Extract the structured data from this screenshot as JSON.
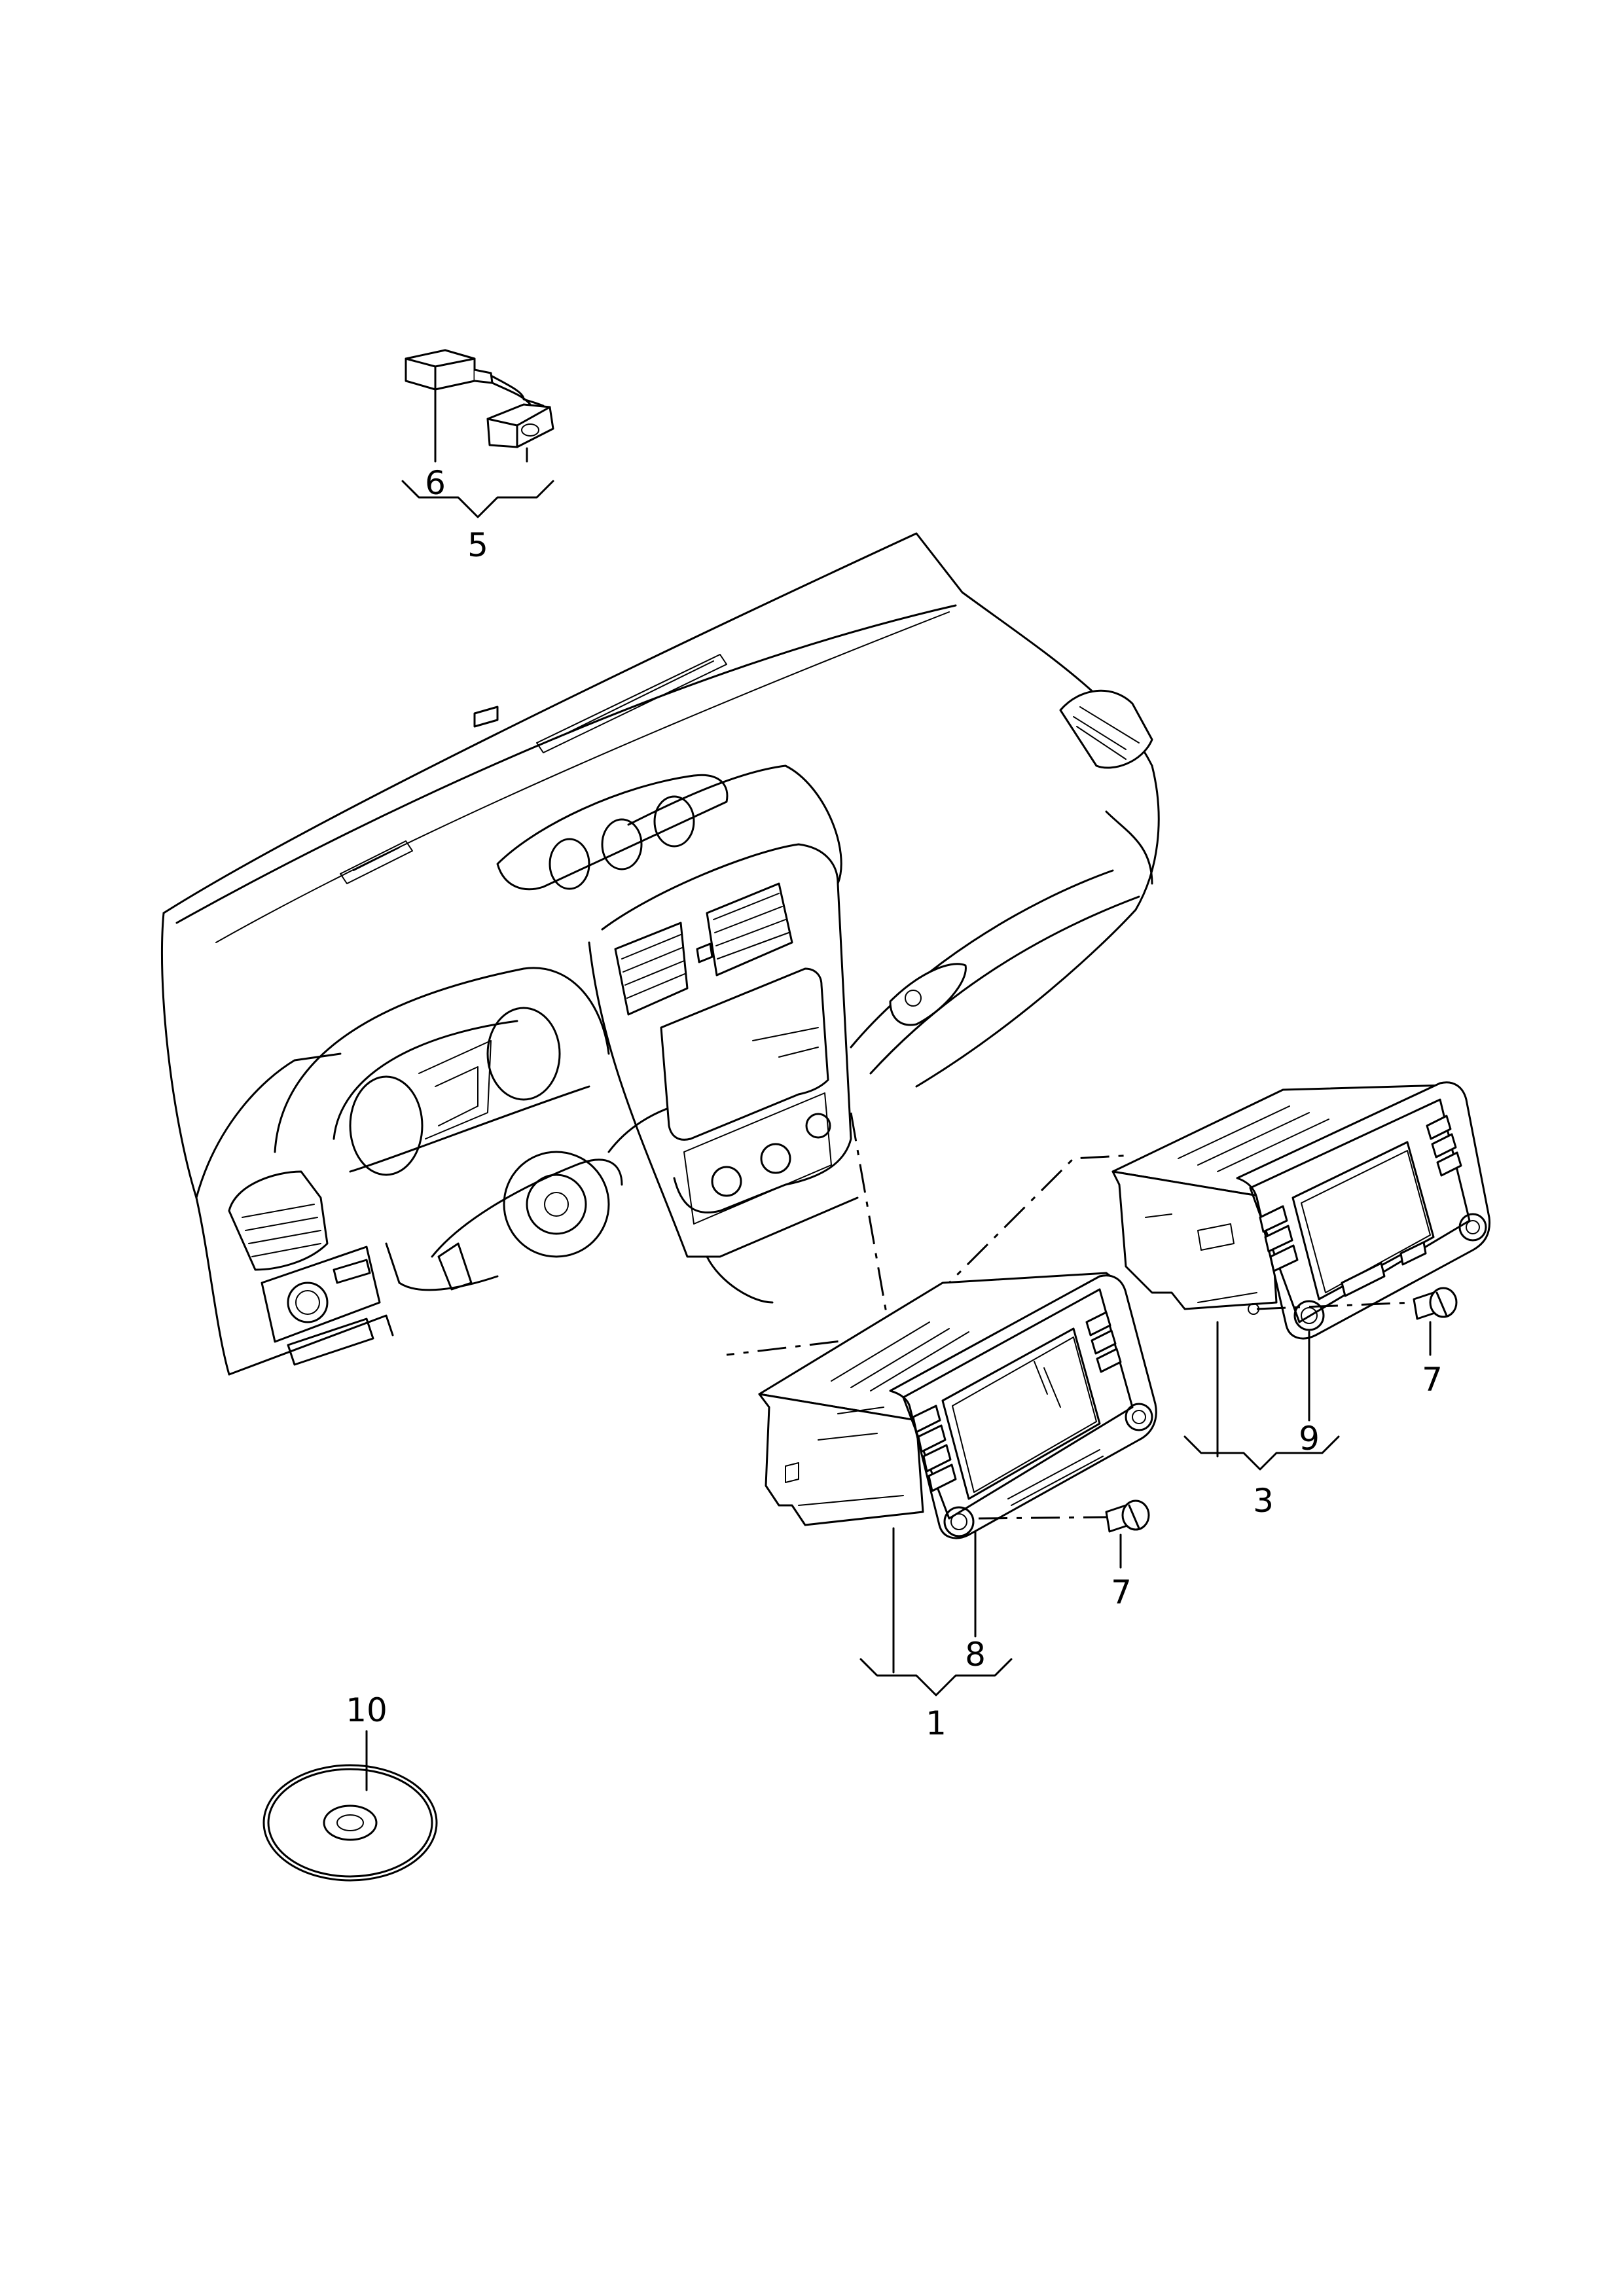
{
  "diagram": {
    "callouts": [
      {
        "id": "callout-1",
        "text": "1"
      },
      {
        "id": "callout-3",
        "text": "3"
      },
      {
        "id": "callout-5",
        "text": "5"
      },
      {
        "id": "callout-6",
        "text": "6"
      },
      {
        "id": "callout-7a",
        "text": "7"
      },
      {
        "id": "callout-7b",
        "text": "7"
      },
      {
        "id": "callout-8",
        "text": "8"
      },
      {
        "id": "callout-9",
        "text": "9"
      },
      {
        "id": "callout-10",
        "text": "10"
      }
    ],
    "parts": {
      "dashboard": "dashboard-illustration",
      "radio_unit_front": "radio-navigation-unit",
      "radio_unit_rear": "radio-navigation-unit",
      "adapter_cable": "adapter-cable",
      "screw": "screw",
      "disc": "cd-disc"
    }
  }
}
